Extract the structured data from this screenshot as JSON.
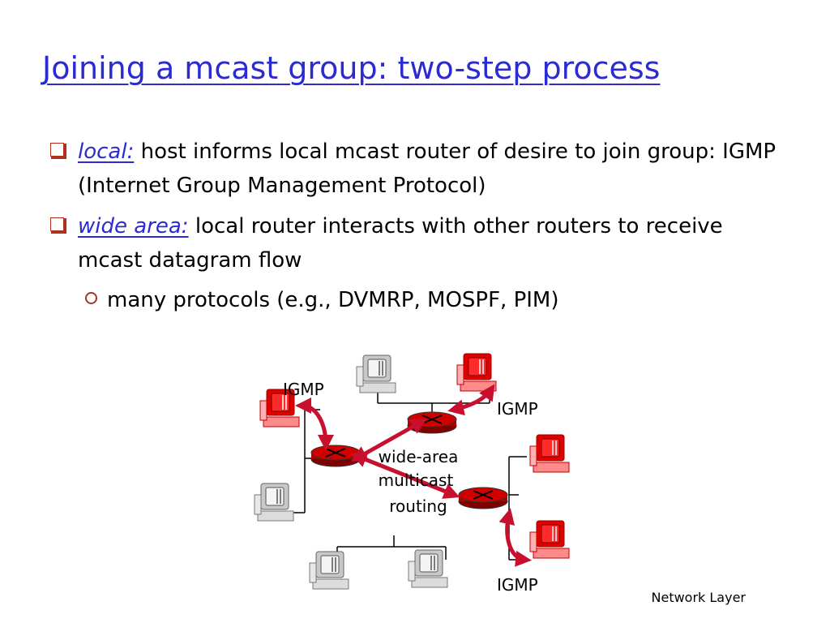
{
  "slide": {
    "title": "Joining a mcast group: two-step process",
    "bullets": [
      {
        "keyword": "local:",
        "text": "host informs local mcast router of desire to join group: IGMP (Internet Group Management Protocol)"
      },
      {
        "keyword": "wide area:",
        "text": "local router interacts with other routers to receive mcast datagram flow"
      }
    ],
    "sub_bullets": [
      "many protocols (e.g., DVMRP, MOSPF, PIM)"
    ],
    "footer": "Network Layer"
  },
  "diagram": {
    "labels": {
      "igmp_top_left": "IGMP",
      "igmp_top_right": "IGMP",
      "igmp_bottom": "IGMP",
      "center_line1": "wide-area",
      "center_line2": "multicast",
      "center_line3": "routing"
    },
    "colors": {
      "accent": "#2b2bd1",
      "arrow": "#c8102e",
      "router": "#d00000",
      "host_member": "#e00000",
      "host_plain": "#b8b8b8"
    }
  }
}
